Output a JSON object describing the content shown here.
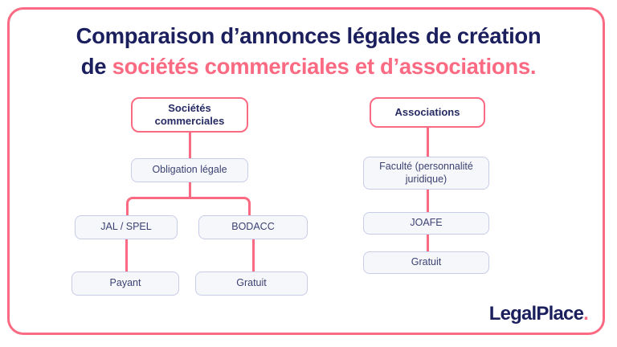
{
  "brand": {
    "name": "LegalPlace",
    "dot": ".",
    "navy": "#1b1f5e",
    "pink": "#fb6a83",
    "box_fill": "#f6f7fb",
    "box_border": "#c8cce8"
  },
  "title": {
    "line1_plain": "Comparaison d’annonces légales de création",
    "line2_plain": "de ",
    "line2_accent": "sociétés commerciales et d’associations."
  },
  "chart_data": {
    "type": "diagram",
    "title": "Comparaison d’annonces légales de création de sociétés commerciales et d’associations.",
    "columns": [
      {
        "id": "societes",
        "head": "Sociétés commerciales",
        "levels": [
          [
            "Obligation légale"
          ],
          [
            "JAL / SPEL",
            "BODACC"
          ],
          [
            "Payant",
            "Gratuit"
          ]
        ]
      },
      {
        "id": "associations",
        "head": "Associations",
        "levels": [
          [
            "Faculté (personnalité juridique)"
          ],
          [
            "JOAFE"
          ],
          [
            "Gratuit"
          ]
        ]
      }
    ]
  },
  "nodes": {
    "societes_head_l1": "Sociétés",
    "societes_head_l2": "commerciales",
    "obligation": "Obligation légale",
    "jal_spel": "JAL / SPEL",
    "bodacc": "BODACC",
    "payant": "Payant",
    "gratuit_left": "Gratuit",
    "associations_head": "Associations",
    "faculte_l1": "Faculté (personnalité",
    "faculte_l2": "juridique)",
    "joafe": "JOAFE",
    "gratuit_right": "Gratuit"
  }
}
